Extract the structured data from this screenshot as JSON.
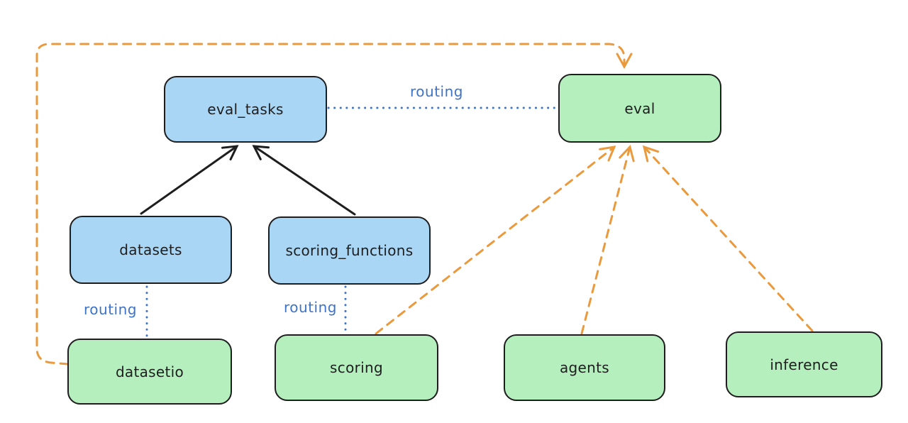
{
  "nodes": {
    "eval_tasks": {
      "label": "eval_tasks",
      "fill": "#aad6f5",
      "category": "blue"
    },
    "eval": {
      "label": "eval",
      "fill": "#b5efbe",
      "category": "green"
    },
    "datasets": {
      "label": "datasets",
      "fill": "#aad6f5",
      "category": "blue"
    },
    "scoring_functions": {
      "label": "scoring_functions",
      "fill": "#aad6f5",
      "category": "blue"
    },
    "datasetio": {
      "label": "datasetio",
      "fill": "#b5efbe",
      "category": "green"
    },
    "scoring": {
      "label": "scoring",
      "fill": "#b5efbe",
      "category": "green"
    },
    "agents": {
      "label": "agents",
      "fill": "#b5efbe",
      "category": "green"
    },
    "inference": {
      "label": "inference",
      "fill": "#b5efbe",
      "category": "green"
    }
  },
  "edge_labels": {
    "eval_tasks_to_eval": "routing",
    "datasets_to_datasetio": "routing",
    "scoring_functions_to_scoring": "routing"
  },
  "colors": {
    "background": "#ffffff",
    "node_stroke": "#1e1e1e",
    "blue_node_fill": "#aad6f5",
    "green_node_fill": "#b5efbe",
    "routing_label": "#3d74c8",
    "routing_line": "#3d74c8",
    "dependency_arrow": "#1e1e1e",
    "provider_arrow": "#ea9a3c"
  }
}
